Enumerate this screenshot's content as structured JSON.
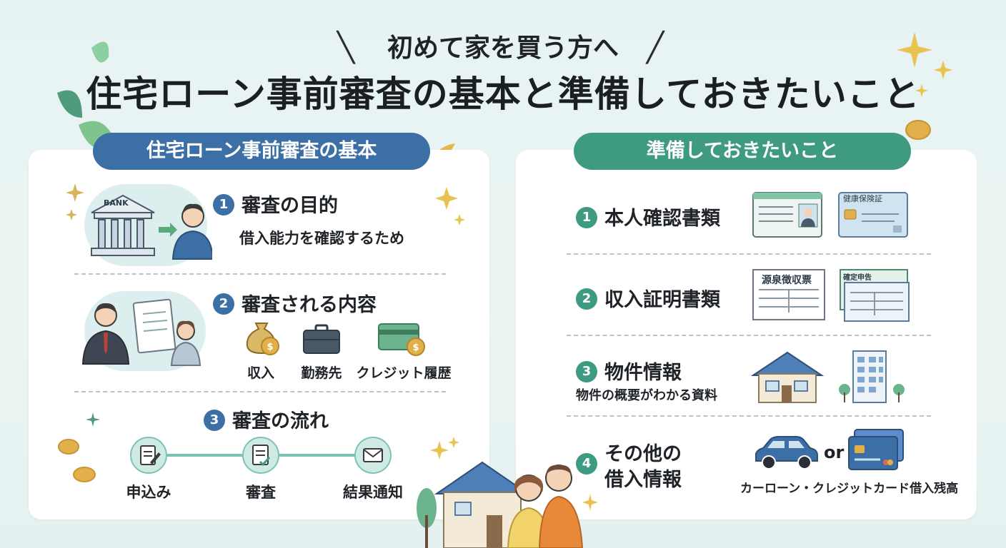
{
  "title": {
    "line1": "初めて家を買う方へ",
    "line2": "住宅ローン事前審査の基本と準備しておきたいこと"
  },
  "left": {
    "header": "住宅ローン事前審査の基本",
    "items": [
      {
        "num": "1",
        "title": "審査の目的",
        "desc": "借入能力を確認するため",
        "bank_label": "BANK"
      },
      {
        "num": "2",
        "title": "審査される内容",
        "cats": [
          "収入",
          "勤務先",
          "クレジット履歴"
        ]
      },
      {
        "num": "3",
        "title": "審査の流れ",
        "steps": [
          "申込み",
          "審査",
          "結果通知"
        ]
      }
    ]
  },
  "right": {
    "header": "準備しておきたいこと",
    "items": [
      {
        "num": "1",
        "title": "本人確認書類",
        "card_text": "健康保険証"
      },
      {
        "num": "2",
        "title": "収入証明書類",
        "doc1": "源泉徴収票",
        "doc2": "確定申告"
      },
      {
        "num": "3",
        "title": "物件情報",
        "desc": "物件の概要がわかる資料"
      },
      {
        "num": "4",
        "title_line1": "その他の",
        "title_line2": "借入情報",
        "or_label": "or",
        "caption": "カーローン・クレジットカード借入残高"
      }
    ]
  },
  "colors": {
    "blue": "#3b6fa6",
    "green": "#3e9a80",
    "background": "#e7f3f3",
    "coin": "#e2b04a",
    "leaf": "#5aaa7a"
  }
}
